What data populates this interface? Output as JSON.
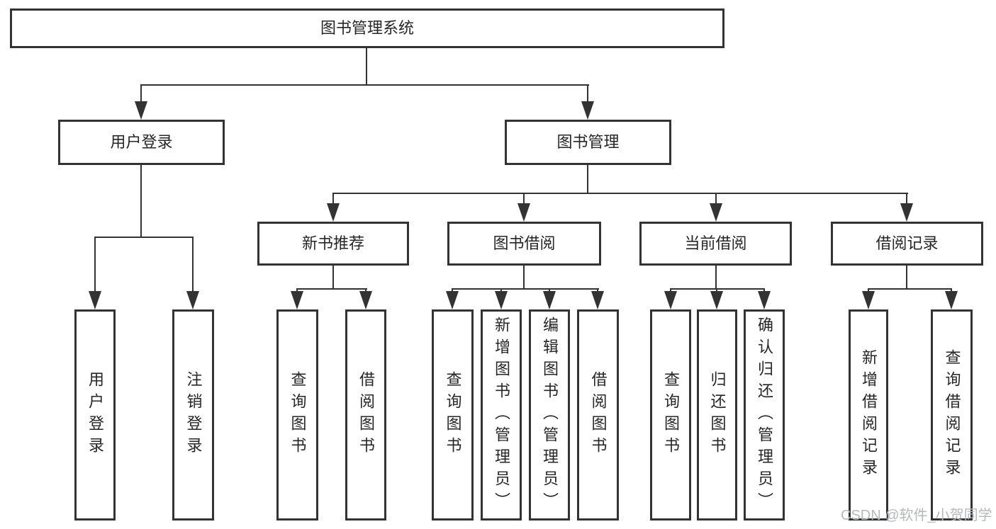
{
  "tree": {
    "label": "图书管理系统",
    "children": [
      {
        "label": "用户登录",
        "children": [
          {
            "label": "用户登录"
          },
          {
            "label": "注销登录"
          }
        ]
      },
      {
        "label": "图书管理",
        "children": [
          {
            "label": "新书推荐",
            "children": [
              {
                "label": "查询图书"
              },
              {
                "label": "借阅图书"
              }
            ]
          },
          {
            "label": "图书借阅",
            "children": [
              {
                "label": "查询图书"
              },
              {
                "label": "新增图书（管理员）"
              },
              {
                "label": "编辑图书（管理员）"
              },
              {
                "label": "借阅图书"
              }
            ]
          },
          {
            "label": "当前借阅",
            "children": [
              {
                "label": "查询图书"
              },
              {
                "label": "归还图书"
              },
              {
                "label": "确认归还（管理员）"
              }
            ]
          },
          {
            "label": "借阅记录",
            "children": [
              {
                "label": "新增借阅记录"
              },
              {
                "label": "查询借阅记录"
              }
            ]
          }
        ]
      }
    ]
  },
  "watermark": {
    "text": "CSDN @软件_小贺同学"
  },
  "colors": {
    "line": "#333333",
    "text": "#262626",
    "watermark": "#b6b8ba",
    "background": "#ffffff"
  }
}
